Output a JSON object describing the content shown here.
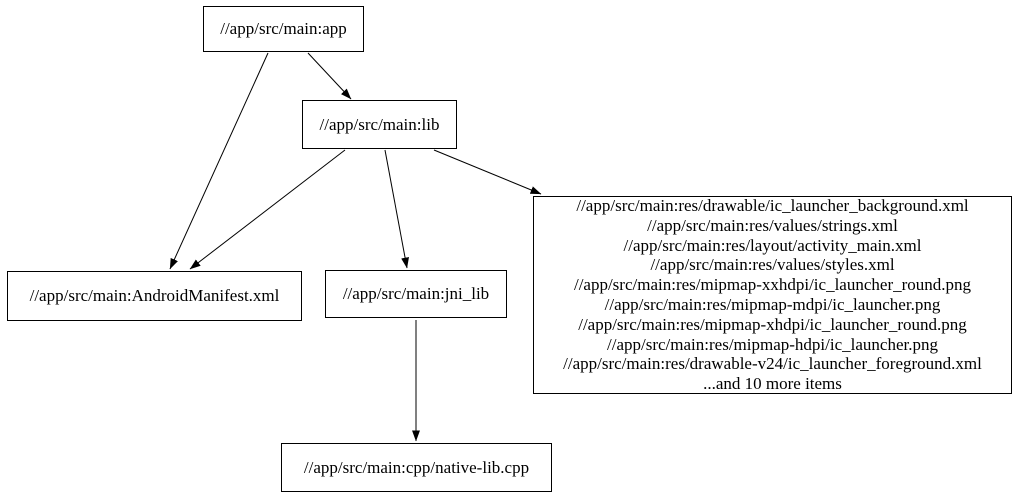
{
  "diagram": {
    "type": "dependency-graph",
    "background_color": "#ffffff",
    "node_border_color": "#000000",
    "edge_color": "#000000",
    "text_color": "#000000",
    "nodes": {
      "app": {
        "label": "//app/src/main:app"
      },
      "lib": {
        "label": "//app/src/main:lib"
      },
      "android_manifest": {
        "label": "//app/src/main:AndroidManifest.xml"
      },
      "jni_lib": {
        "label": "//app/src/main:jni_lib"
      },
      "resources": {
        "lines": [
          "//app/src/main:res/drawable/ic_launcher_background.xml",
          "//app/src/main:res/values/strings.xml",
          "//app/src/main:res/layout/activity_main.xml",
          "//app/src/main:res/values/styles.xml",
          "//app/src/main:res/mipmap-xxhdpi/ic_launcher_round.png",
          "//app/src/main:res/mipmap-mdpi/ic_launcher.png",
          "//app/src/main:res/mipmap-xhdpi/ic_launcher_round.png",
          "//app/src/main:res/mipmap-hdpi/ic_launcher.png",
          "//app/src/main:res/drawable-v24/ic_launcher_foreground.xml",
          "...and 10 more items"
        ]
      },
      "native_lib_cpp": {
        "label": "//app/src/main:cpp/native-lib.cpp"
      }
    },
    "edges": [
      {
        "from": "app",
        "to": "lib"
      },
      {
        "from": "app",
        "to": "android_manifest"
      },
      {
        "from": "lib",
        "to": "android_manifest"
      },
      {
        "from": "lib",
        "to": "jni_lib"
      },
      {
        "from": "lib",
        "to": "resources"
      },
      {
        "from": "jni_lib",
        "to": "native_lib_cpp"
      }
    ]
  }
}
